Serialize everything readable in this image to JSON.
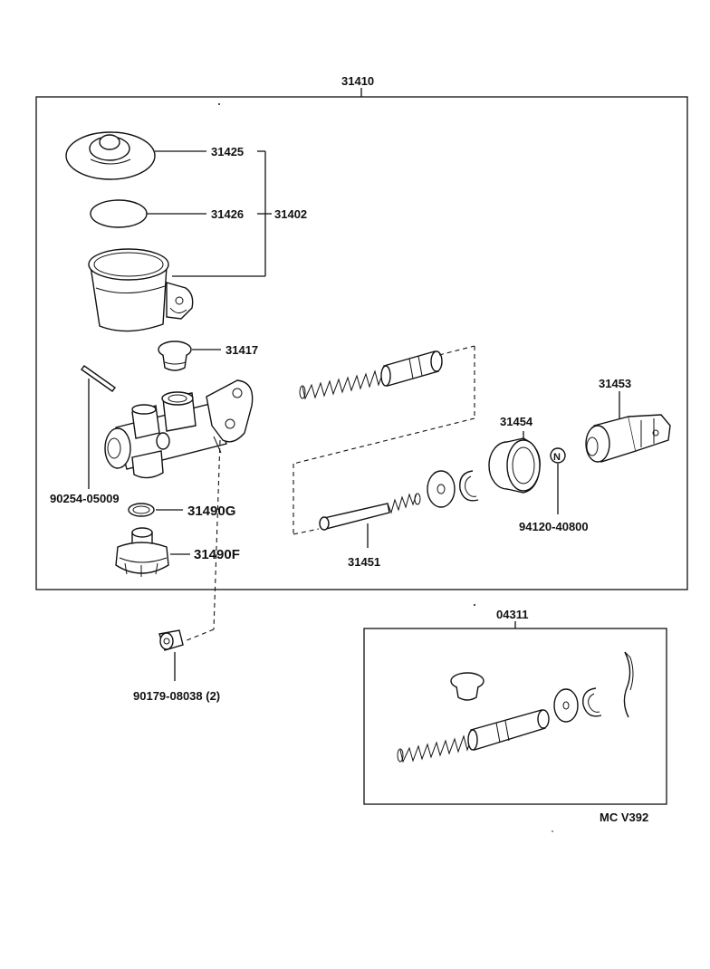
{
  "labels": {
    "assembly": "31410",
    "cap": "31425",
    "diaphragm": "31426",
    "reservoir_set": "31402",
    "grommet": "31417",
    "pin": "90254-05009",
    "gasket": "31490G",
    "union": "31490F",
    "nut": "90179-08038 (2)",
    "boot_ring": "31454",
    "push_rod_clevis": "31453",
    "push_rod": "31451",
    "clevis_nut": "94120-40800",
    "kit": "04311",
    "catalog_code": "MC  V392"
  },
  "glyphs": {
    "nut_mark": "N"
  }
}
